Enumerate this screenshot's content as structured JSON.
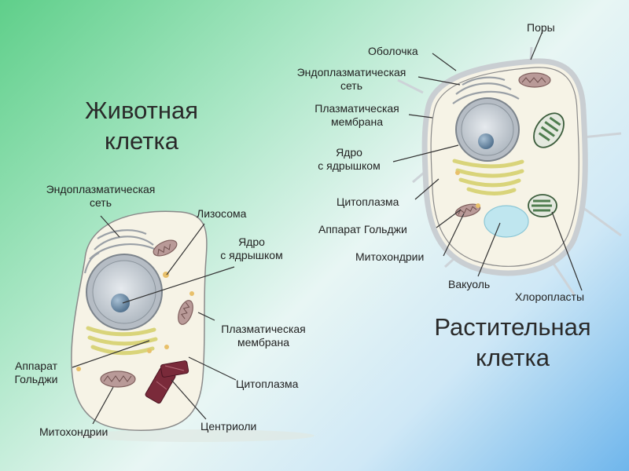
{
  "animal": {
    "title_line1": "Животная",
    "title_line2": "клетка",
    "labels": {
      "er_line1": "Эндоплазматическая",
      "er_line2": "сеть",
      "lysosome": "Лизосома",
      "nucleus_line1": "Ядро",
      "nucleus_line2": "с ядрышком",
      "membrane_line1": "Плазматическая",
      "membrane_line2": "мембрана",
      "golgi_line1": "Аппарат",
      "golgi_line2": "Гольджи",
      "cytoplasm": "Цитоплазма",
      "mitochondria": "Митохондрии",
      "centrioles": "Центриоли"
    }
  },
  "plant": {
    "title_line1": "Растительная",
    "title_line2": "клетка",
    "labels": {
      "pores": "Поры",
      "wall": "Оболочка",
      "er_line1": "Эндоплазматическая",
      "er_line2": "сеть",
      "membrane_line1": "Плазматическая",
      "membrane_line2": "мембрана",
      "nucleus_line1": "Ядро",
      "nucleus_line2": "с ядрышком",
      "cytoplasm": "Цитоплазма",
      "golgi": "Аппарат Гольджи",
      "mitochondria": "Митохондрии",
      "vacuole": "Вакуоль",
      "chloroplasts": "Хлоропласты"
    }
  },
  "colors": {
    "cell_fill": "#f6f3e6",
    "cell_outline": "#8a8a8a",
    "nucleus": "#c9cfd6",
    "nucleolus": "#7e9bb4",
    "golgi": "#e3df8a",
    "mitochondrion": "#b99a98",
    "centriole": "#7a2a3a",
    "chloroplast": "#4f7d4f",
    "vacuole": "#bfe6ef",
    "leader_line": "#333333"
  }
}
